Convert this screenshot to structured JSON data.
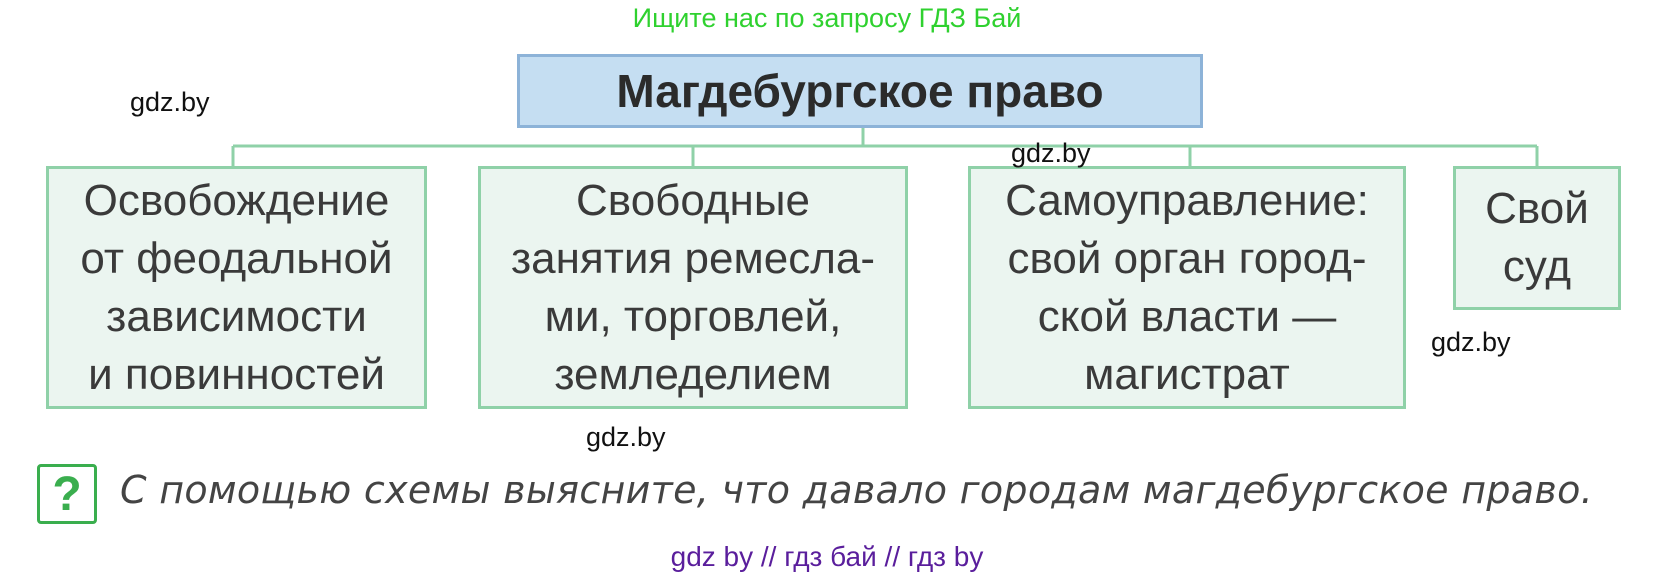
{
  "banner": "Ищите нас по запросу ГДЗ Бай",
  "watermarks": [
    "gdz.by",
    "gdz.by",
    "gdz.by",
    "gdz.by"
  ],
  "diagram": {
    "root": "Магдебургское право",
    "children": [
      "Освобождение\nот феодальной\nзависимости\nи повинностей",
      "Свободные\nзанятия ремесла-\nми, торговлей,\nземледелием",
      "Самоуправление:\nсвой орган город-\nской власти —\nмагистрат",
      "Свой\nсуд"
    ]
  },
  "question": {
    "icon": "question-mark-icon",
    "text": "С помощью схемы выясните, что давало городам магдебургское право."
  },
  "footer": "gdz by  //  гдз бай  //  гдз by",
  "colors": {
    "root_fill": "#c5def2",
    "root_border": "#8db3d8",
    "child_fill": "#ebf5f0",
    "child_border": "#8fd1a8",
    "banner": "#2fd12f",
    "footer": "#5a1e9c",
    "icon": "#3aae4e"
  }
}
